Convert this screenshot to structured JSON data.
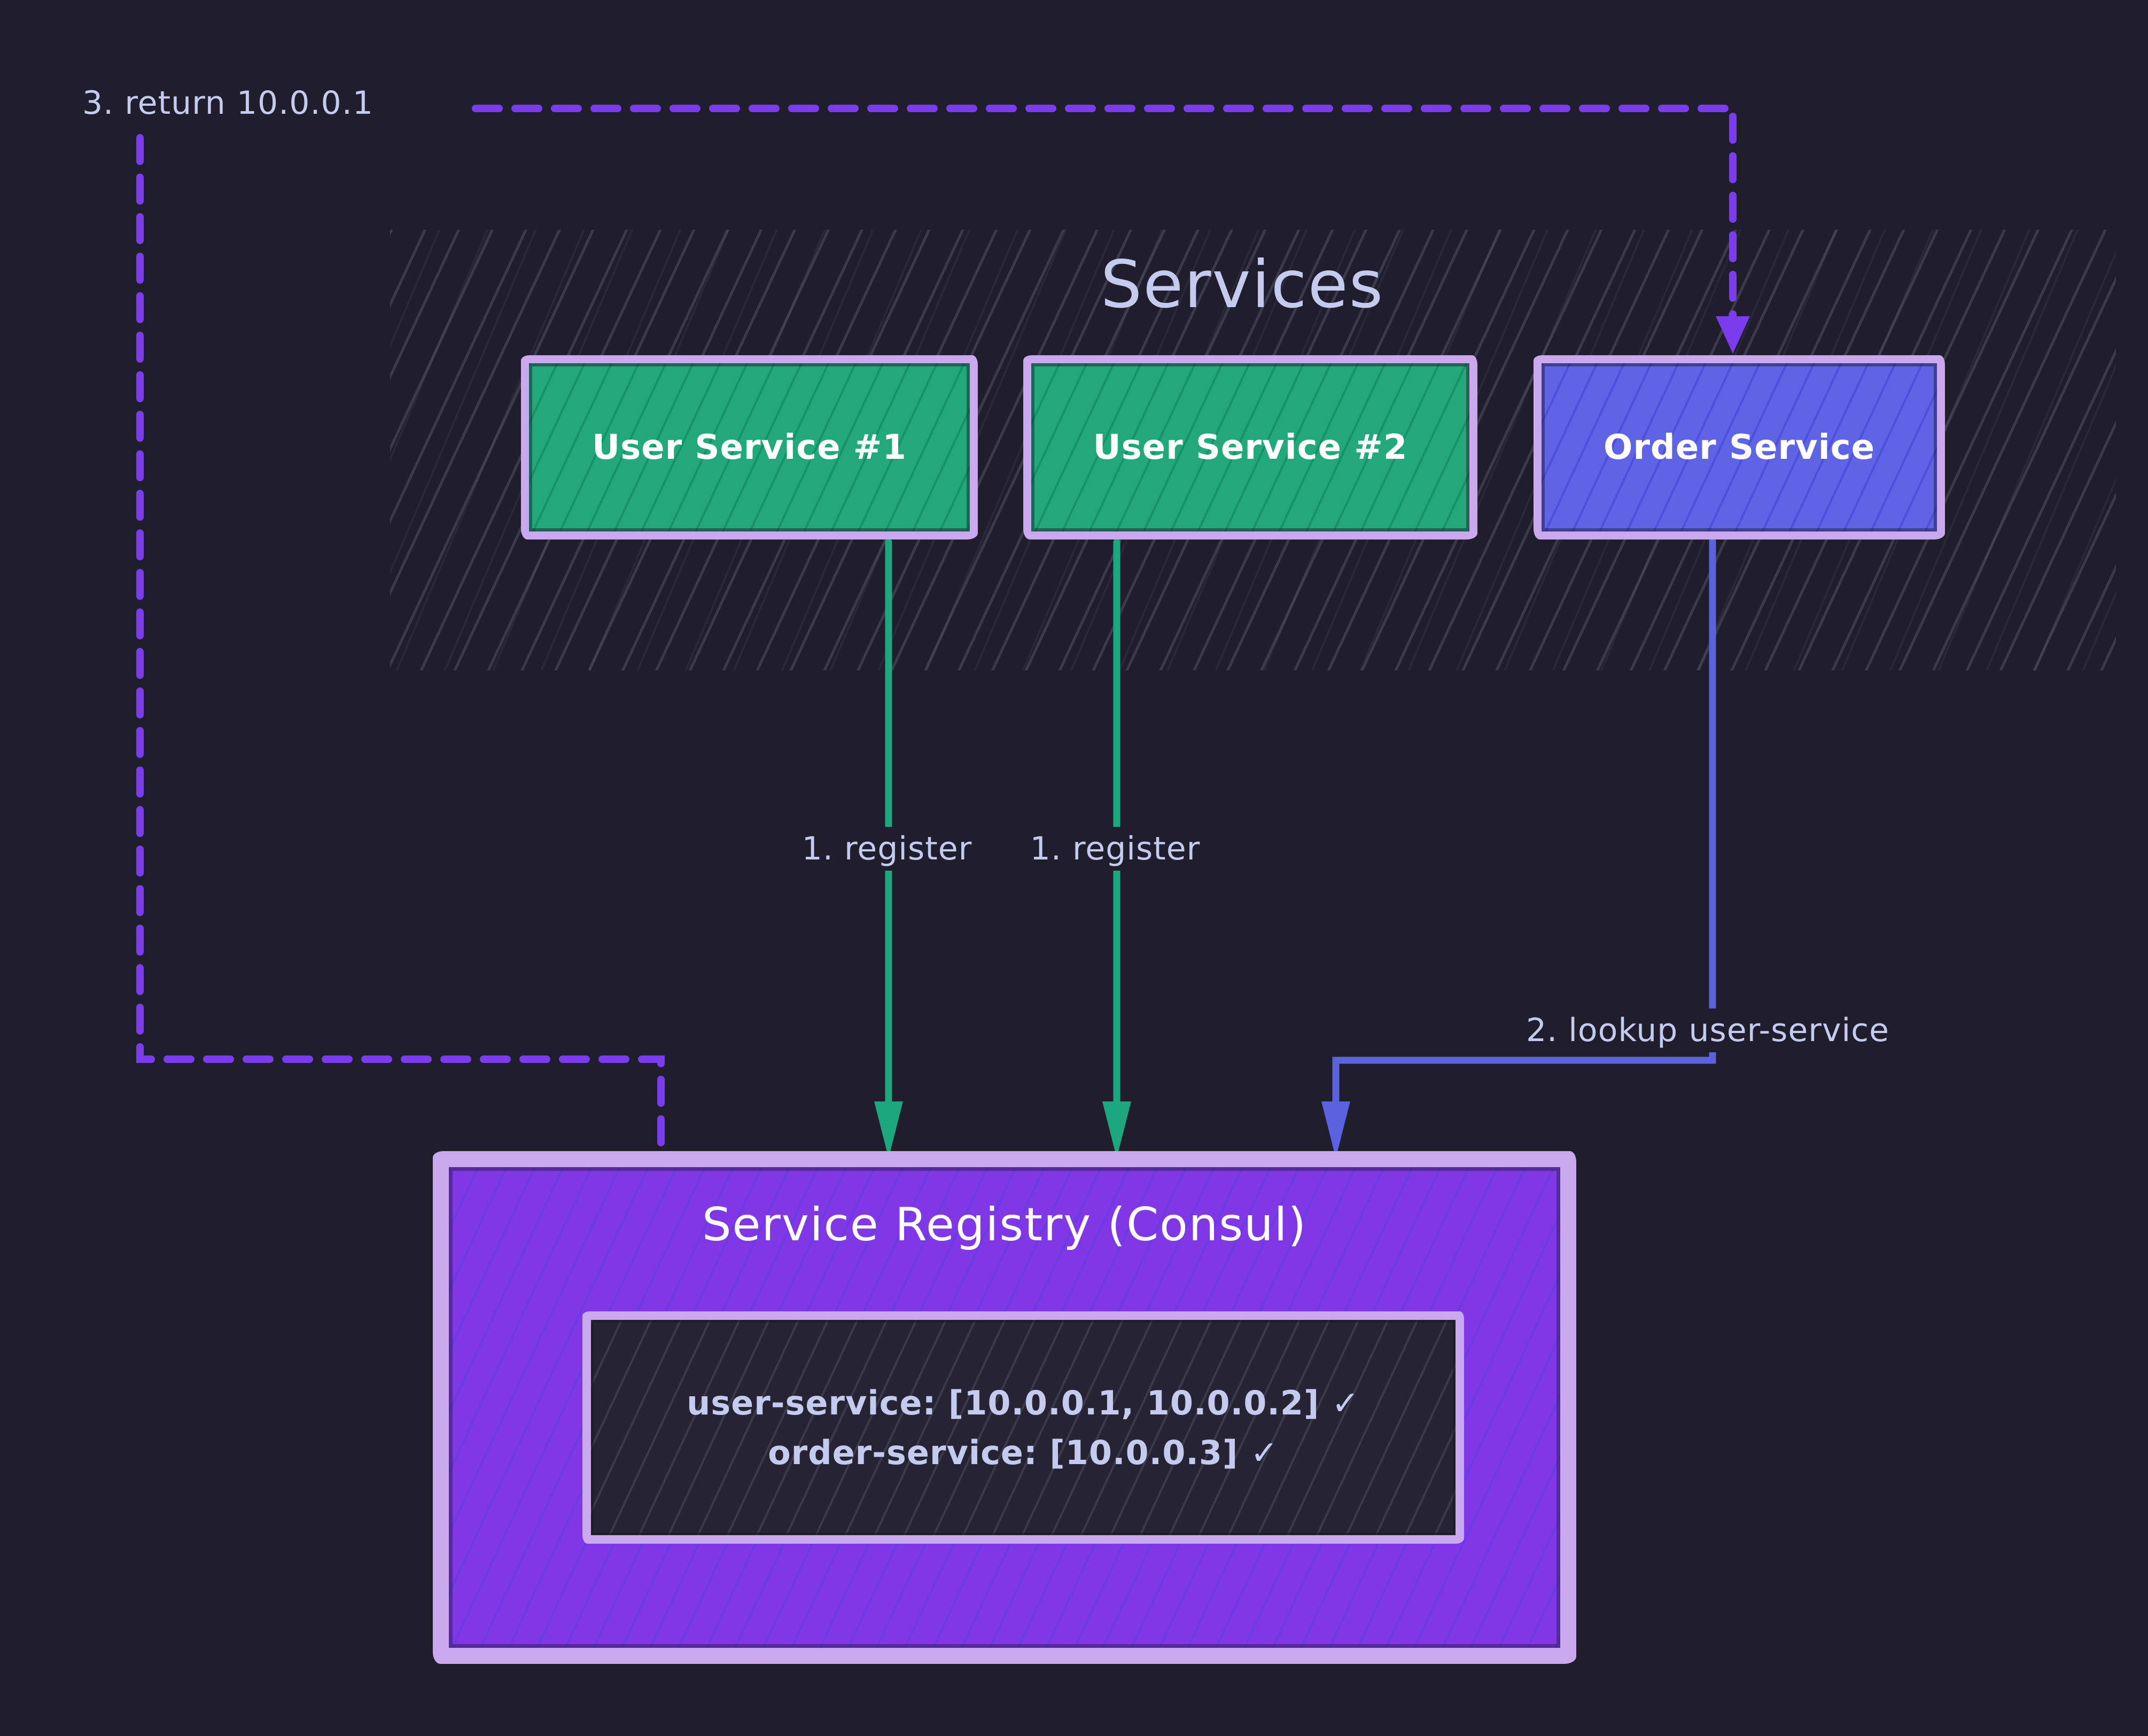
{
  "title": "Services",
  "nodes": [
    {
      "id": "user-service-1",
      "label": "User Service #1",
      "fill": "#22a87a"
    },
    {
      "id": "user-service-2",
      "label": "User Service #2",
      "fill": "#22a87a"
    },
    {
      "id": "order-service",
      "label": "Order Service",
      "fill": "#5f63e6"
    }
  ],
  "registry": {
    "title": "Service Registry (Consul)",
    "entries": [
      "user-service: [10.0.0.1, 10.0.0.2] ✓",
      "order-service: [10.0.0.3] ✓"
    ]
  },
  "edges": [
    {
      "id": "register-1",
      "label": "1. register",
      "from": "user-service-1",
      "to": "service-registry",
      "color": "#1ca87c",
      "style": "solid"
    },
    {
      "id": "register-2",
      "label": "1. register",
      "from": "user-service-2",
      "to": "service-registry",
      "color": "#1ca87c",
      "style": "solid"
    },
    {
      "id": "lookup",
      "label": "2. lookup user-service",
      "from": "order-service",
      "to": "service-registry",
      "color": "#5a62e0",
      "style": "solid"
    },
    {
      "id": "return",
      "label": "3. return 10.0.0.1",
      "from": "service-registry",
      "to": "order-service",
      "color": "#7b3ced",
      "style": "dashed"
    }
  ],
  "colors": {
    "background": "#201e2d",
    "hatch_grey": "#9aa4c0",
    "node_green": "#22a87a",
    "node_blue": "#5f63e6",
    "registry_purple": "#8038e6",
    "inner_box_bg": "#262434",
    "border_lavender": "#c9a8ee",
    "arrow_green": "#1ca87c",
    "arrow_blue": "#5a62e0",
    "arrow_purple": "#7b3ced",
    "text_light": "#c5cbee",
    "text_white": "#ffffff"
  }
}
